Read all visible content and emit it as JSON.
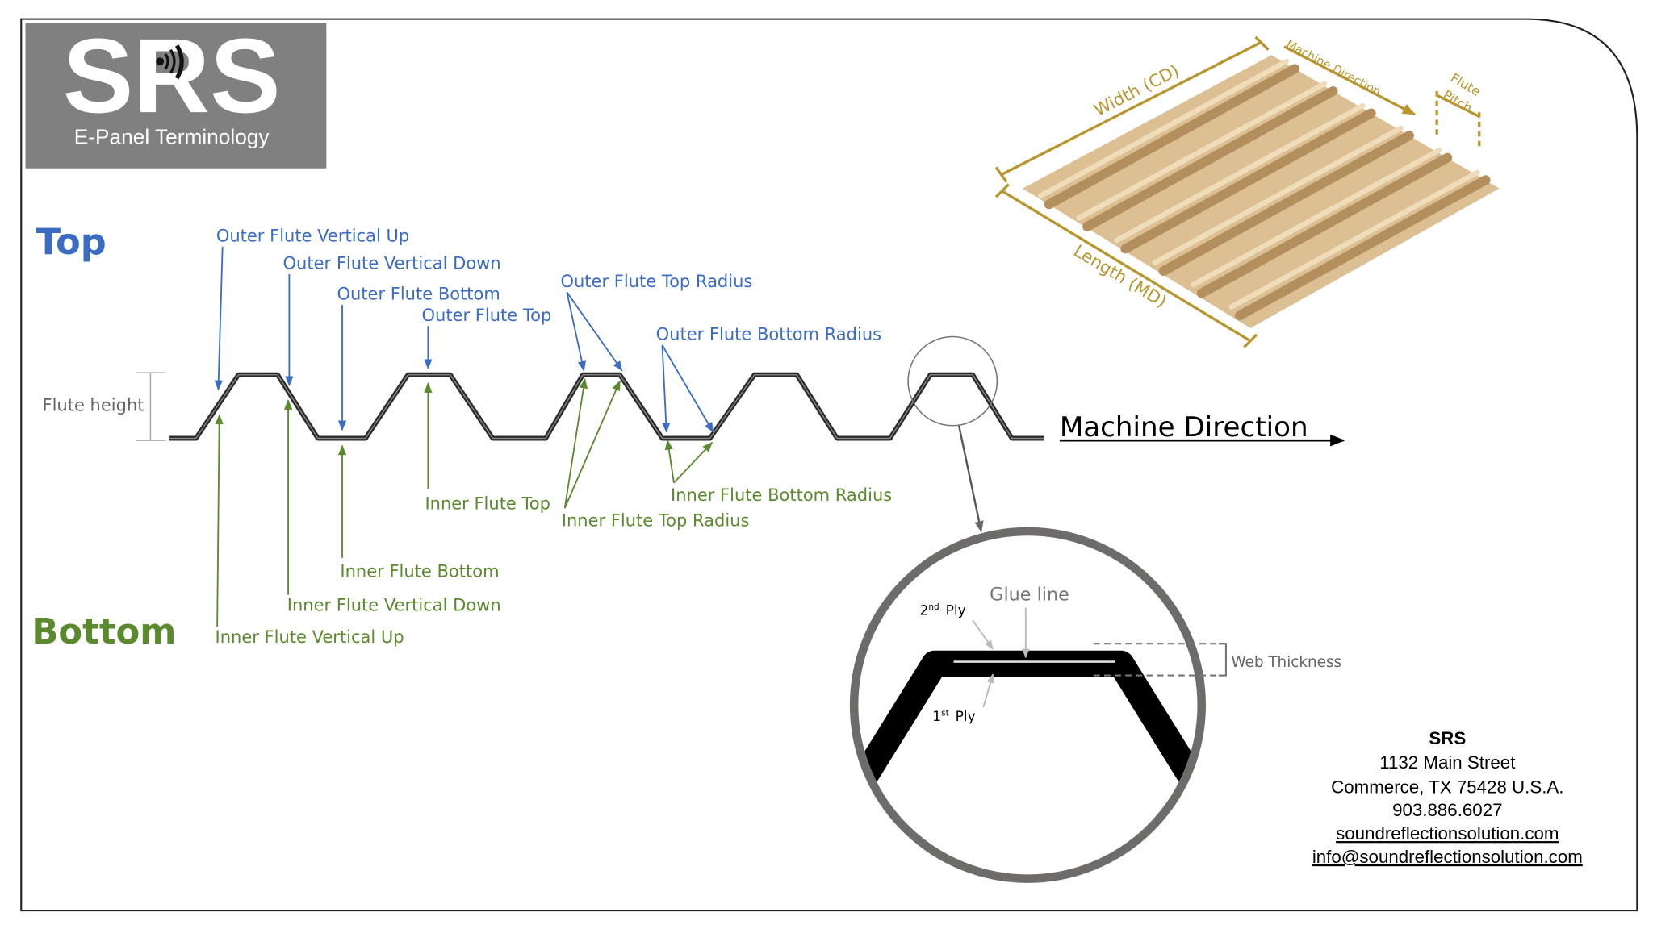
{
  "logo": {
    "brand": "SRS",
    "subtitle": "E-Panel Terminology"
  },
  "sections": {
    "top": "Top",
    "bottom": "Bottom"
  },
  "flute_height": "Flute height",
  "machine_direction": "Machine Direction",
  "outer_labels": {
    "vertical_up": "Outer Flute Vertical Up",
    "vertical_down": "Outer Flute Vertical Down",
    "bottom": "Outer Flute Bottom",
    "top": "Outer Flute Top",
    "top_radius": "Outer Flute Top Radius",
    "bottom_radius": "Outer Flute Bottom Radius"
  },
  "inner_labels": {
    "top": "Inner Flute Top",
    "top_radius": "Inner Flute Top Radius",
    "bottom_radius": "Inner Flute Bottom Radius",
    "bottom": "Inner Flute Bottom",
    "vertical_down": "Inner Flute Vertical Down",
    "vertical_up": "Inner Flute Vertical Up"
  },
  "panel3d": {
    "width": "Width (CD)",
    "length": "Length (MD)",
    "machine_direction": "Machine Direction",
    "flute": "Flute",
    "pitch": "Pitch"
  },
  "detail": {
    "glue_line": "Glue line",
    "ply2_num": "2",
    "ply2_sup": "nd",
    "ply2": "Ply",
    "ply1_num": "1",
    "ply1_sup": "st",
    "ply1": "Ply",
    "web_thickness": "Web Thickness"
  },
  "contact": {
    "company": "SRS",
    "street": "1132 Main Street",
    "city": "Commerce, TX 75428 U.S.A.",
    "phone": "903.886.6027",
    "website": "soundreflectionsolution.com",
    "email": "info@soundreflectionsolution.com"
  },
  "colors": {
    "top": "#3b6cc4",
    "bottom": "#5b8a2e",
    "gold": "#b8962e",
    "logo_bg": "#808080"
  }
}
